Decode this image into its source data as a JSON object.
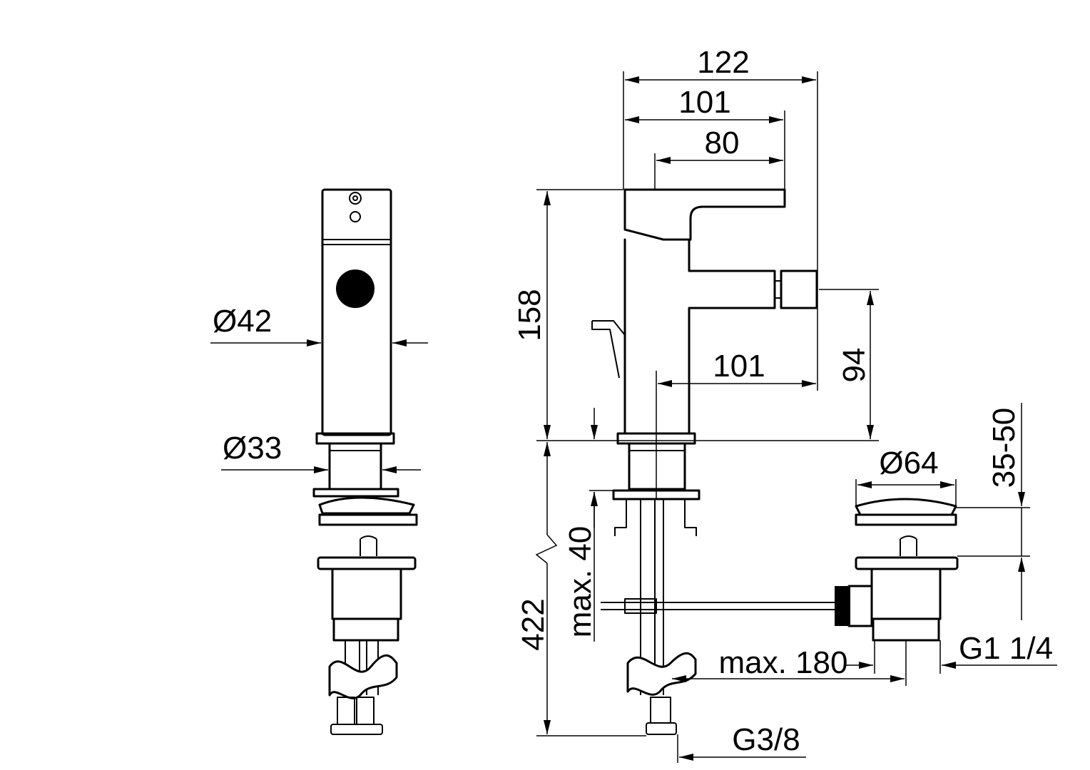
{
  "diagram": {
    "front_view": {
      "dim_outer_diameter": "Ø42",
      "dim_base_diameter": "Ø33"
    },
    "side_view": {
      "dim_total_projection": "122",
      "dim_lever_projection": "101",
      "dim_lever_length": "80",
      "dim_total_height": "158",
      "dim_spout_projection": "101",
      "dim_spout_height": "94",
      "dim_deck_thickness": "max. 40",
      "dim_hose_length": "422",
      "dim_pullrod_length": "max. 180",
      "dim_hose_thread": "G3/8"
    },
    "waste_valve": {
      "dim_plug_diameter": "Ø64",
      "dim_basin_thickness": "35-50",
      "dim_waste_thread": "G1 1/4"
    }
  }
}
